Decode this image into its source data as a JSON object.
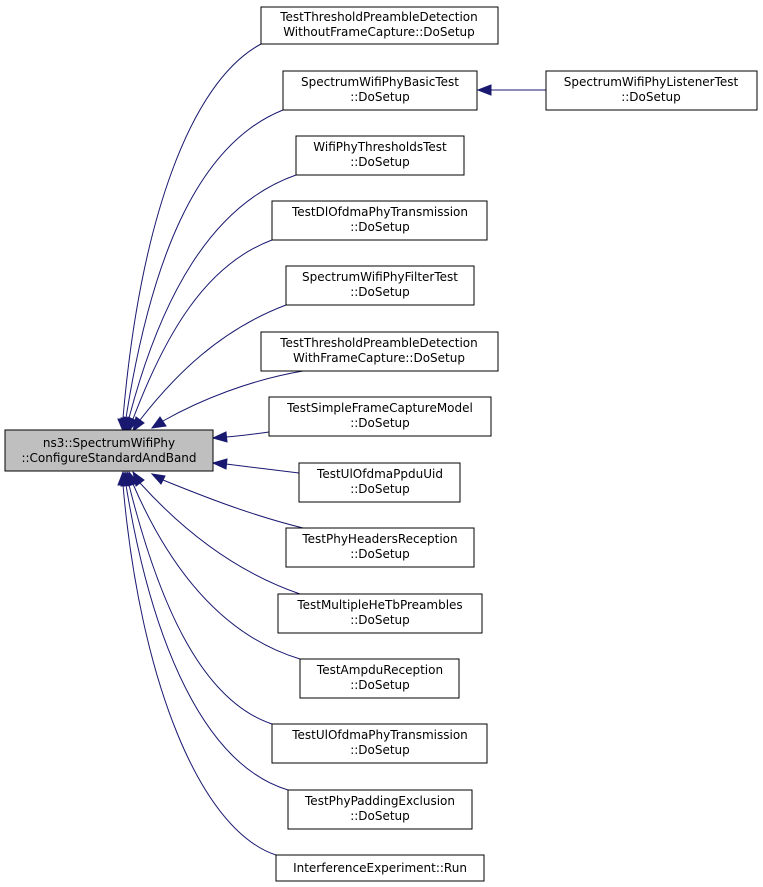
{
  "colors": {
    "edge": "#191970",
    "root_fill": "#bfbfbf",
    "node_fill": "#ffffff",
    "node_border": "#000000"
  },
  "nodes": {
    "root": {
      "line1": "ns3::SpectrumWifiPhy",
      "line2": "::ConfigureStandardAndBand"
    },
    "n1": {
      "line1": "TestThresholdPreambleDetection",
      "line2": "WithoutFrameCapture::DoSetup"
    },
    "n2": {
      "line1": "SpectrumWifiPhyBasicTest",
      "line2": "::DoSetup"
    },
    "n2b": {
      "line1": "SpectrumWifiPhyListenerTest",
      "line2": "::DoSetup"
    },
    "n3": {
      "line1": "WifiPhyThresholdsTest",
      "line2": "::DoSetup"
    },
    "n4": {
      "line1": "TestDlOfdmaPhyTransmission",
      "line2": "::DoSetup"
    },
    "n5": {
      "line1": "SpectrumWifiPhyFilterTest",
      "line2": "::DoSetup"
    },
    "n6": {
      "line1": "TestThresholdPreambleDetection",
      "line2": "WithFrameCapture::DoSetup"
    },
    "n7": {
      "line1": "TestSimpleFrameCaptureModel",
      "line2": "::DoSetup"
    },
    "n8": {
      "line1": "TestUlOfdmaPpduUid",
      "line2": "::DoSetup"
    },
    "n9": {
      "line1": "TestPhyHeadersReception",
      "line2": "::DoSetup"
    },
    "n10": {
      "line1": "TestMultipleHeTbPreambles",
      "line2": "::DoSetup"
    },
    "n11": {
      "line1": "TestAmpduReception",
      "line2": "::DoSetup"
    },
    "n12": {
      "line1": "TestUlOfdmaPhyTransmission",
      "line2": "::DoSetup"
    },
    "n13": {
      "line1": "TestPhyPaddingExclusion",
      "line2": "::DoSetup"
    },
    "n14": {
      "line1": "InterferenceExperiment::Run"
    }
  }
}
